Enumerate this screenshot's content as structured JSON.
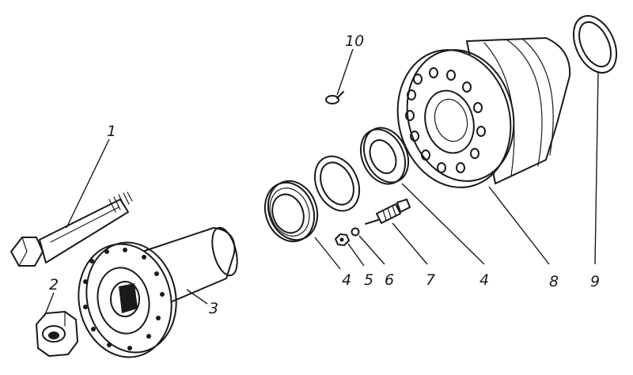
{
  "diagram": {
    "callouts": [
      {
        "id": "bolt",
        "label": "1"
      },
      {
        "id": "nut",
        "label": "2"
      },
      {
        "id": "shaft",
        "label": "3"
      },
      {
        "id": "bearing-outer",
        "label": "4"
      },
      {
        "id": "lock-nut",
        "label": "5"
      },
      {
        "id": "washer",
        "label": "6"
      },
      {
        "id": "fitting",
        "label": "7"
      },
      {
        "id": "bearing-inner",
        "label": "4"
      },
      {
        "id": "hub",
        "label": "8"
      },
      {
        "id": "seal",
        "label": "9"
      },
      {
        "id": "screw",
        "label": "10"
      }
    ]
  }
}
